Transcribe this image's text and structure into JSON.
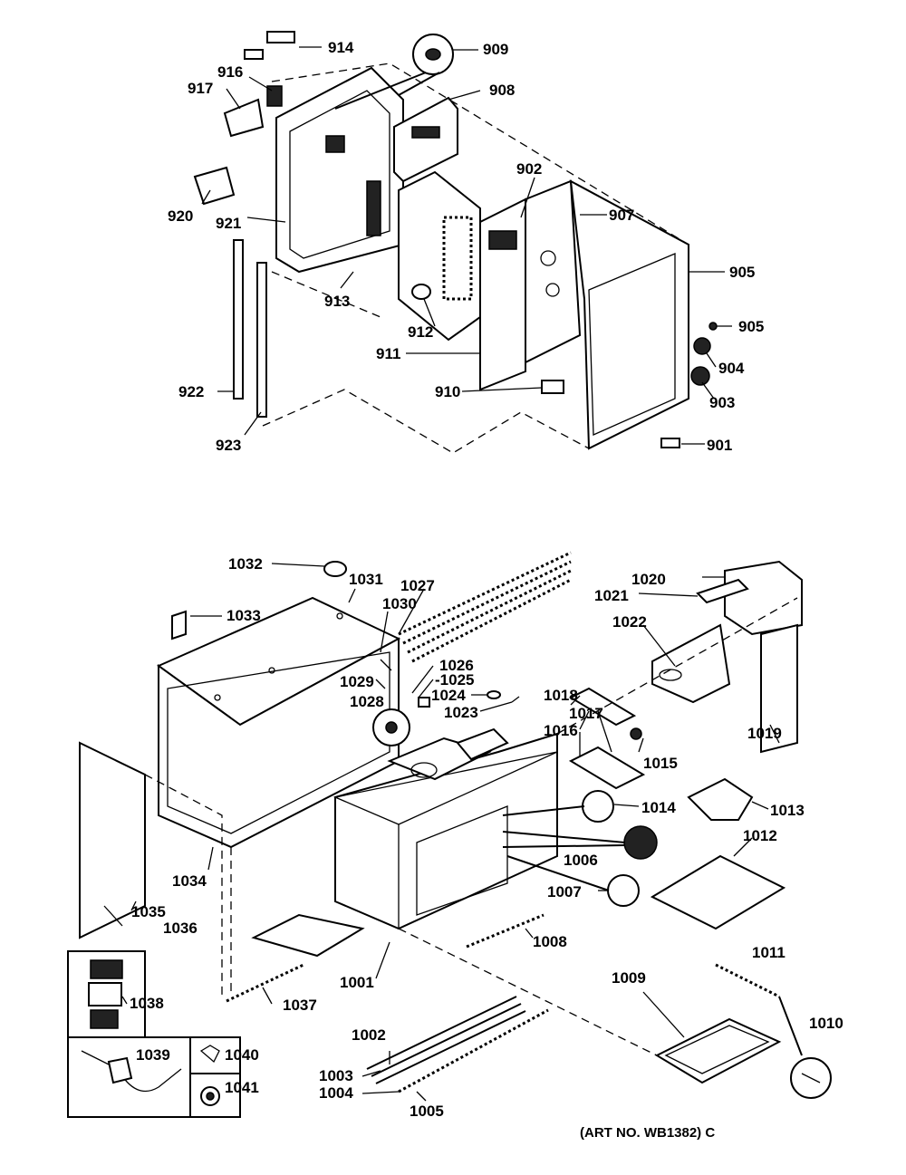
{
  "labels": {
    "l901": "901",
    "l903": "903",
    "l904": "904",
    "l905a": "905",
    "l905b": "905",
    "l907": "907",
    "l908": "908",
    "l909": "909",
    "l910": "910",
    "l911": "911",
    "l912": "912",
    "l913": "913",
    "l914": "914",
    "l916": "916",
    "l917": "917",
    "l920": "920",
    "l921": "921",
    "l922": "922",
    "l923": "923",
    "l902": "902",
    "l1001": "1001",
    "l1002": "1002",
    "l1003": "1003",
    "l1004": "1004",
    "l1005": "1005",
    "l1006": "1006",
    "l1007": "1007",
    "l1008": "1008",
    "l1009": "1009",
    "l1010": "1010",
    "l1011": "1011",
    "l1012": "1012",
    "l1013": "1013",
    "l1014": "1014",
    "l1015": "1015",
    "l1016": "1016",
    "l1017": "1017",
    "l1018": "1018",
    "l1019": "1019",
    "l1020": "1020",
    "l1021": "1021",
    "l1022": "1022",
    "l1023": "1023",
    "l1024": "1024",
    "l1025": "-1025",
    "l1026": "1026",
    "l1027": "1027",
    "l1028": "1028",
    "l1029": "1029",
    "l1030": "1030",
    "l1031": "1031",
    "l1032": "1032",
    "l1033": "1033",
    "l1034": "1034",
    "l1035": "1035",
    "l1036": "1036",
    "l1038": "1038",
    "l1037": "1037",
    "l1039": "1039",
    "l1040": "1040",
    "l1041": "1041"
  },
  "art_number": "(ART NO. WB1382) C"
}
